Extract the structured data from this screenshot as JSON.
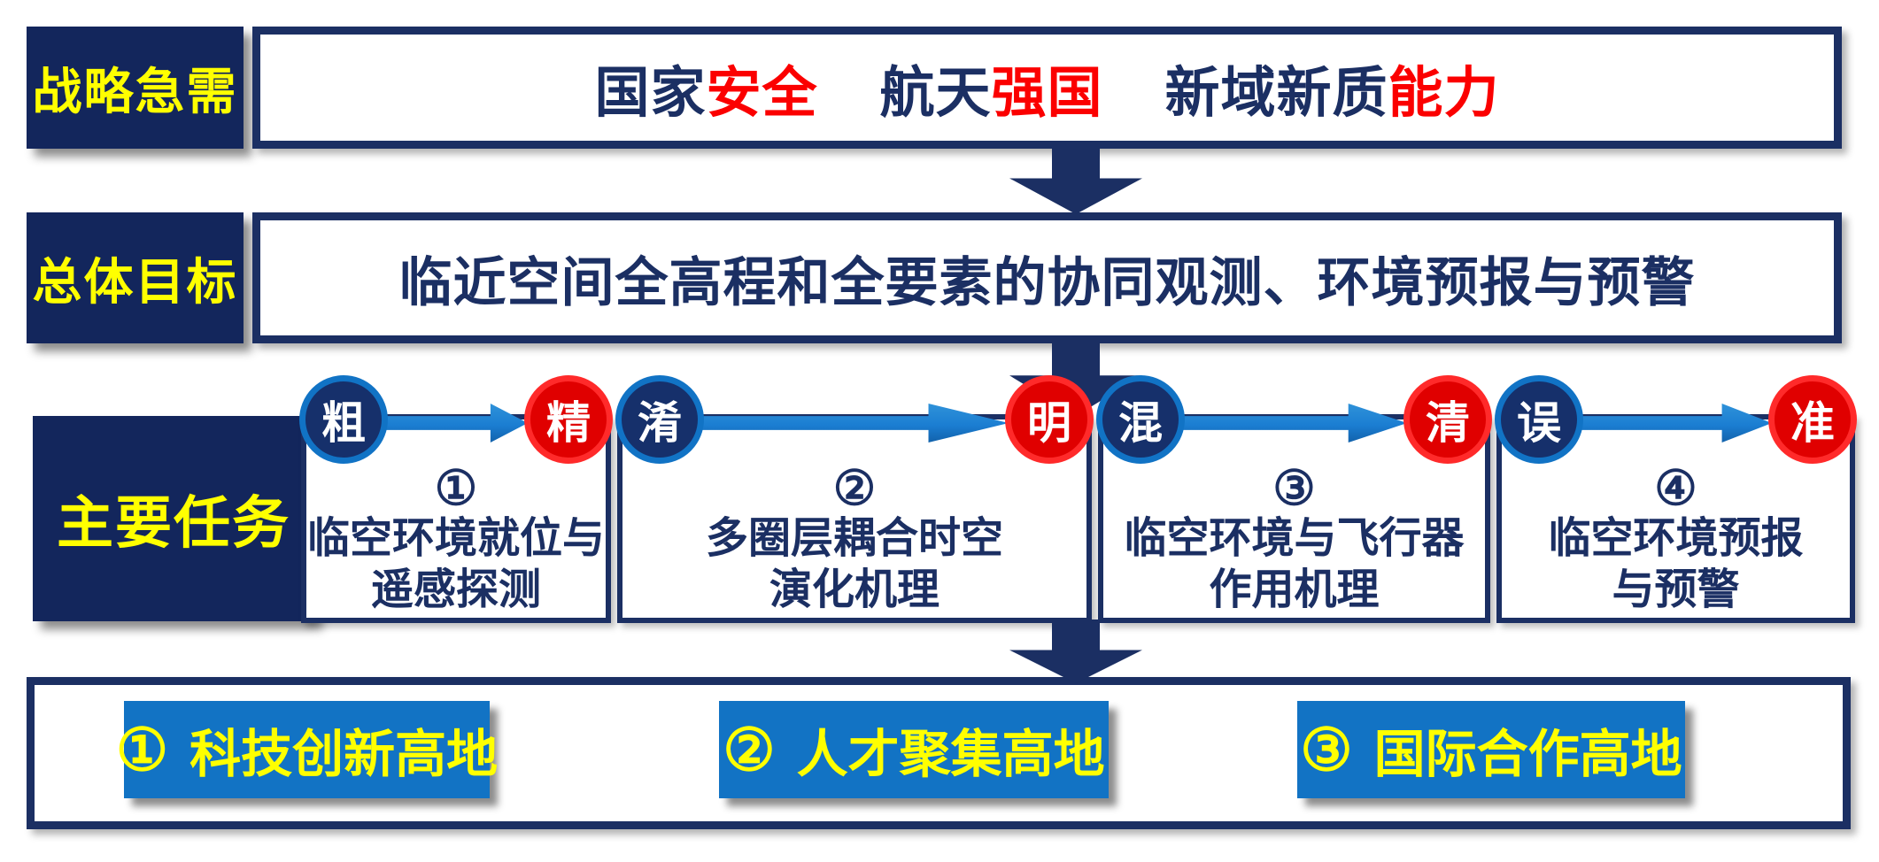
{
  "colors": {
    "navy_text": "#1b2f63",
    "label_background": "#13265c",
    "label_text_yellow": "#ffff00",
    "highlight_red": "#fb0000",
    "circle_from_fill": "#16306b",
    "circle_from_ring": "#1173c5",
    "circle_to_fill": "#e00000",
    "circle_to_ring": "#ff2a2a",
    "flow_arrow_blue": "#1b7ed2",
    "button_blue": "#1273c4",
    "box_background": "#ffffff"
  },
  "row_strategic": {
    "label": "战略急需",
    "phrases": [
      {
        "normal": "国家",
        "highlight": "安全"
      },
      {
        "normal": "航天",
        "highlight": "强国"
      },
      {
        "normal": "新域新质",
        "highlight": "能力"
      }
    ]
  },
  "row_goal": {
    "label": "总体目标",
    "text": "临近空间全高程和全要素的协同观测、环境预报与预警"
  },
  "row_tasks": {
    "label": "主要任务",
    "tasks": [
      {
        "from": "粗",
        "to": "精",
        "number": "①",
        "line1": "临空环境就位与",
        "line2": "遥感探测"
      },
      {
        "from": "淆",
        "to": "明",
        "number": "②",
        "line1": "多圈层耦合时空",
        "line2": "演化机理"
      },
      {
        "from": "混",
        "to": "清",
        "number": "③",
        "line1": "临空环境与飞行器",
        "line2": "作用机理"
      },
      {
        "from": "误",
        "to": "准",
        "number": "④",
        "line1": "临空环境预报",
        "line2": "与预警"
      }
    ]
  },
  "bottom": {
    "goals": [
      {
        "number": "①",
        "text": "科技创新高地"
      },
      {
        "number": "②",
        "text": "人才聚集高地"
      },
      {
        "number": "③",
        "text": "国际合作高地"
      }
    ]
  }
}
